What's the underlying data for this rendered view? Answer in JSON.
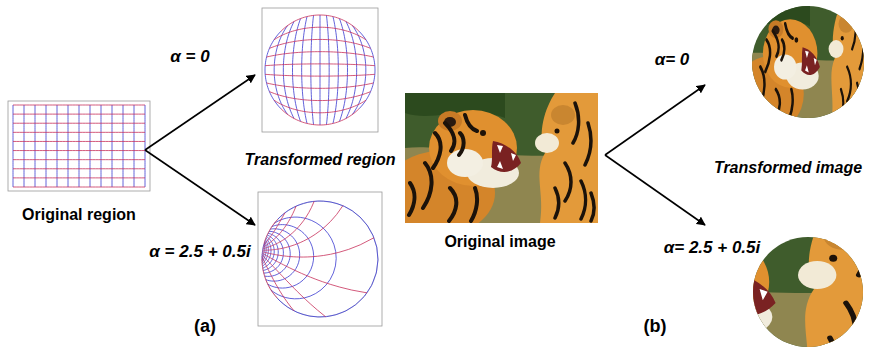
{
  "diagram": {
    "labels": [
      "α = 0",
      "Transformed region",
      "Original region",
      "α = 2.5 + 0.5i",
      "(a)",
      "α= 0",
      "Original image",
      "Transformed image",
      "α= 2.5 + 0.5i",
      "(b)"
    ]
  }
}
